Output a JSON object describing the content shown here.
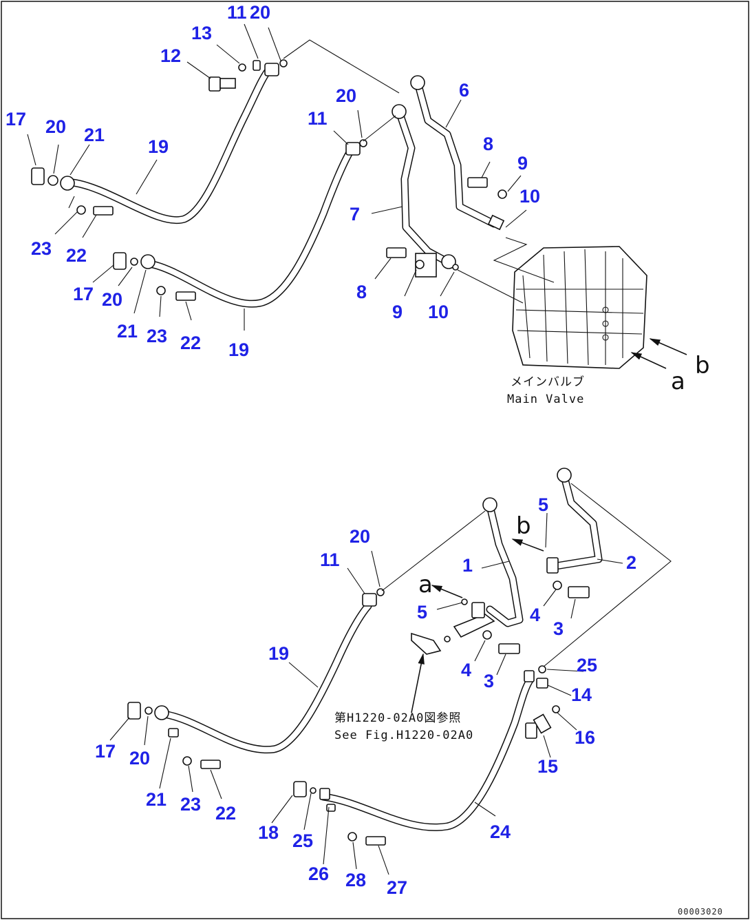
{
  "diagram": {
    "callouts": [
      {
        "id": "c11a",
        "text": "11"
      },
      {
        "id": "c20a",
        "text": "20"
      },
      {
        "id": "c13",
        "text": "13"
      },
      {
        "id": "c12",
        "text": "12"
      },
      {
        "id": "c20b",
        "text": "20"
      },
      {
        "id": "c6",
        "text": "6"
      },
      {
        "id": "c11b",
        "text": "11"
      },
      {
        "id": "c17a",
        "text": "17"
      },
      {
        "id": "c20c",
        "text": "20"
      },
      {
        "id": "c21a",
        "text": "21"
      },
      {
        "id": "c19a",
        "text": "19"
      },
      {
        "id": "c8a",
        "text": "8"
      },
      {
        "id": "c9a",
        "text": "9"
      },
      {
        "id": "c10a",
        "text": "10"
      },
      {
        "id": "c7",
        "text": "7"
      },
      {
        "id": "c23a",
        "text": "23"
      },
      {
        "id": "c22a",
        "text": "22"
      },
      {
        "id": "c17b",
        "text": "17"
      },
      {
        "id": "c20d",
        "text": "20"
      },
      {
        "id": "c8b",
        "text": "8"
      },
      {
        "id": "c9b",
        "text": "9"
      },
      {
        "id": "c10b",
        "text": "10"
      },
      {
        "id": "c21b",
        "text": "21"
      },
      {
        "id": "c23b",
        "text": "23"
      },
      {
        "id": "c22b",
        "text": "22"
      },
      {
        "id": "c19b",
        "text": "19"
      },
      {
        "id": "c5a",
        "text": "5"
      },
      {
        "id": "c20e",
        "text": "20"
      },
      {
        "id": "c11c",
        "text": "11"
      },
      {
        "id": "c1",
        "text": "1"
      },
      {
        "id": "c2",
        "text": "2"
      },
      {
        "id": "c5b",
        "text": "5"
      },
      {
        "id": "c4a",
        "text": "4"
      },
      {
        "id": "c3a",
        "text": "3"
      },
      {
        "id": "c19c",
        "text": "19"
      },
      {
        "id": "c4b",
        "text": "4"
      },
      {
        "id": "c3b",
        "text": "3"
      },
      {
        "id": "c25a",
        "text": "25"
      },
      {
        "id": "c14",
        "text": "14"
      },
      {
        "id": "c16",
        "text": "16"
      },
      {
        "id": "c17c",
        "text": "17"
      },
      {
        "id": "c20f",
        "text": "20"
      },
      {
        "id": "c15",
        "text": "15"
      },
      {
        "id": "c21c",
        "text": "21"
      },
      {
        "id": "c23c",
        "text": "23"
      },
      {
        "id": "c22c",
        "text": "22"
      },
      {
        "id": "c24",
        "text": "24"
      },
      {
        "id": "c18",
        "text": "18"
      },
      {
        "id": "c25b",
        "text": "25"
      },
      {
        "id": "c26",
        "text": "26"
      },
      {
        "id": "c28",
        "text": "28"
      },
      {
        "id": "c27",
        "text": "27"
      }
    ],
    "main_valve_label_ja": "メインバルブ",
    "main_valve_label_en": "Main Valve",
    "ref_note_ja": "第H1220-02A0図参照",
    "ref_note_en": "See Fig.H1220-02A0",
    "letters": {
      "a": "a",
      "b": "b"
    },
    "drawing_code": "00003020"
  }
}
